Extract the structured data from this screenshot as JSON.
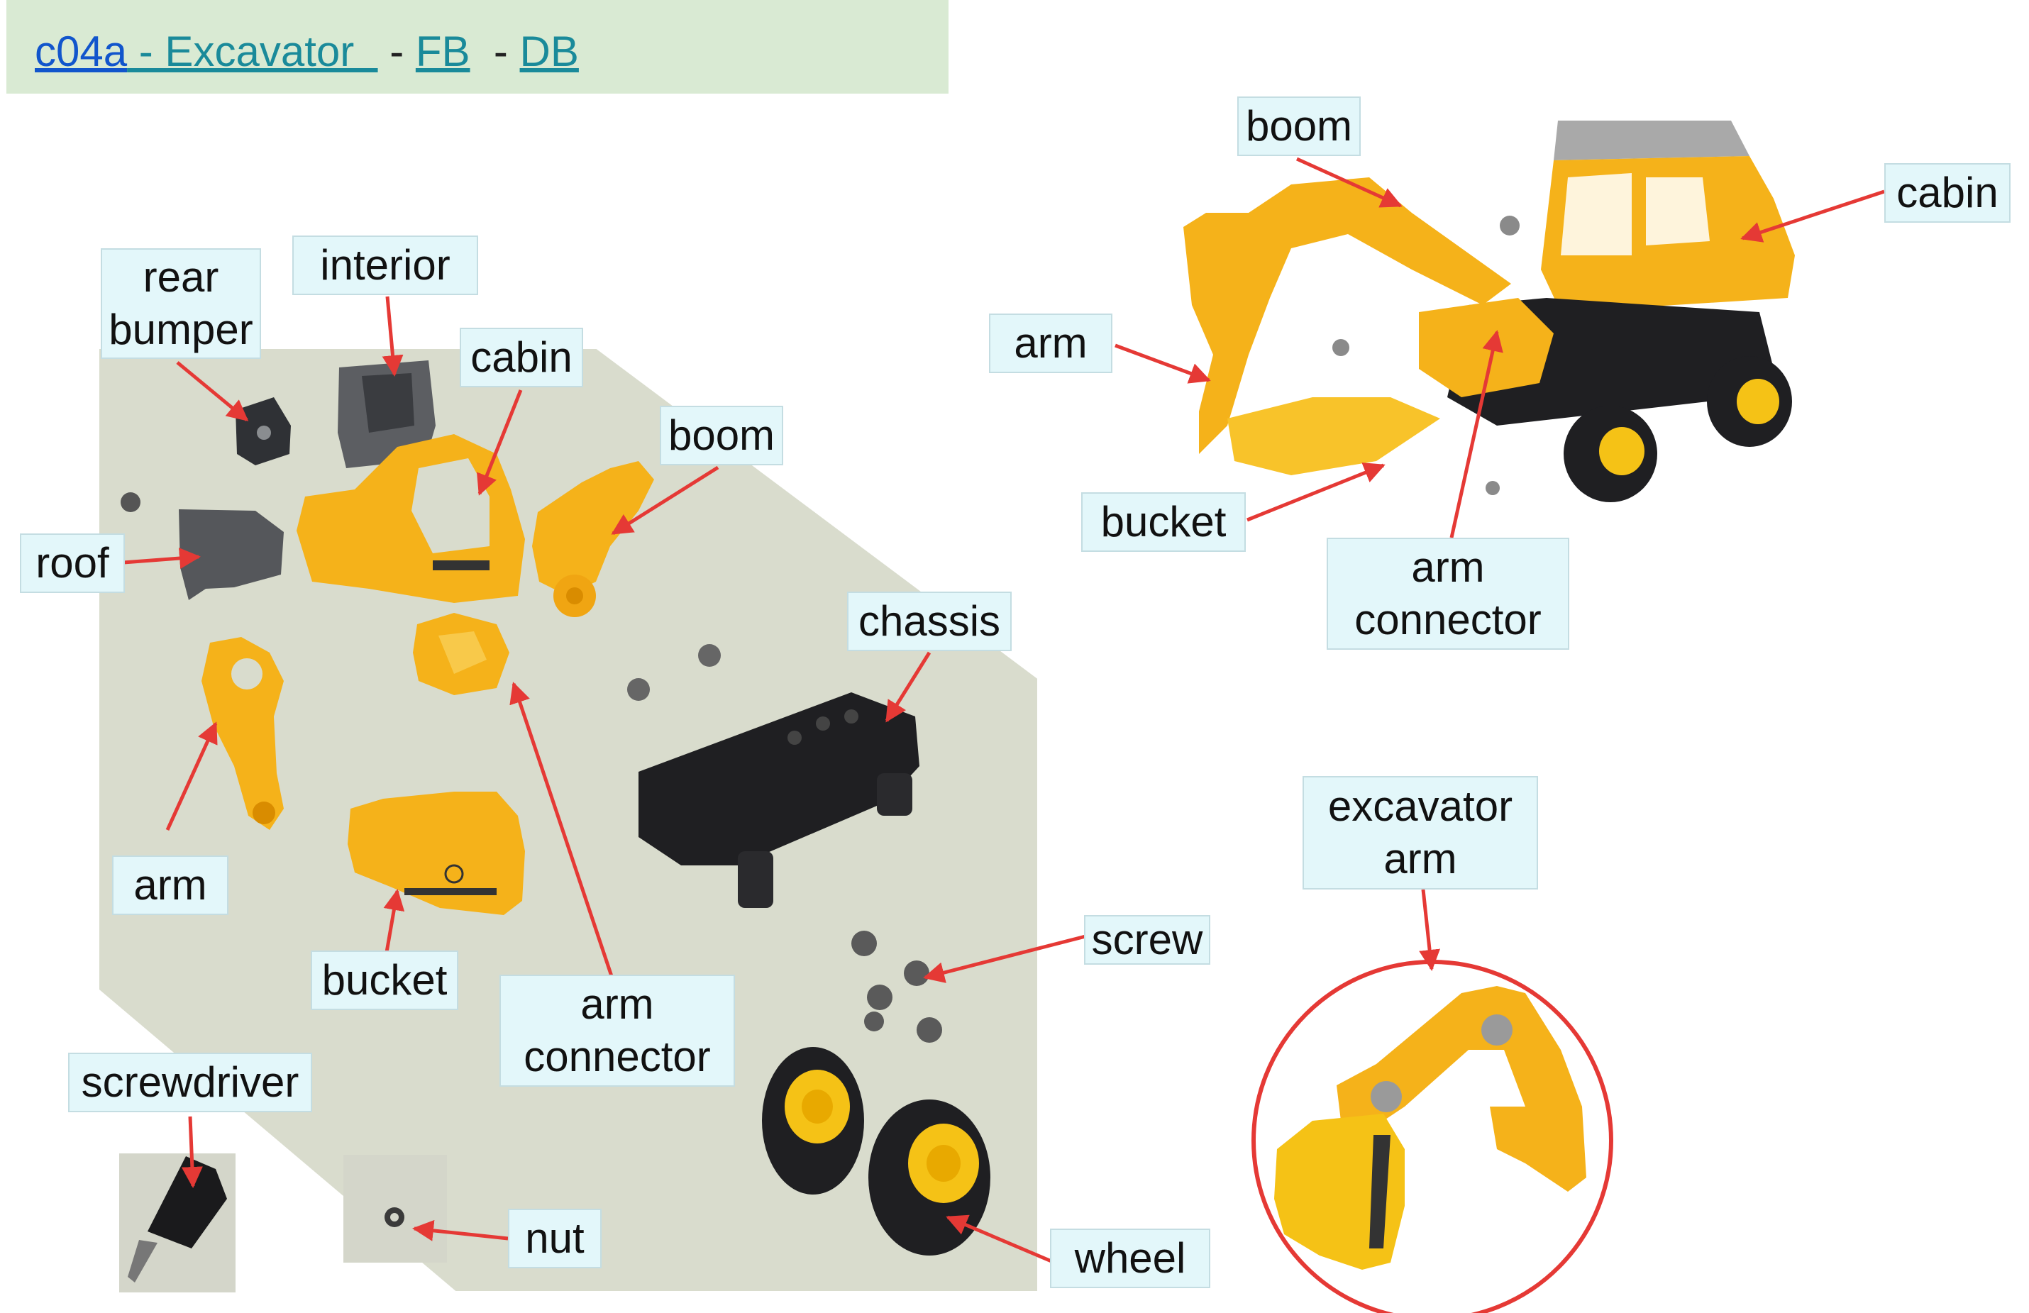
{
  "header": {
    "code_link": "c04a",
    "title_link": " - Excavator  ",
    "sep1": " - ",
    "fb_link": "FB",
    "sep2": "  - ",
    "db_link": "DB"
  },
  "colors": {
    "header_bg": "#d9ead3",
    "label_bg": "#e3f7fa",
    "arrow": "#e53935",
    "part_yellow": "#f5b21a",
    "part_black": "#232323",
    "part_gray": "#6e6e6e"
  },
  "left_labels": {
    "rear_bumper": "rear\nbumper",
    "interior": "interior",
    "cabin": "cabin",
    "boom": "boom",
    "roof": "roof",
    "chassis": "chassis",
    "arm": "arm",
    "bucket": "bucket",
    "arm_connector": "arm\nconnector",
    "screw": "screw",
    "screwdriver": "screwdriver",
    "nut": "nut",
    "wheel": "wheel"
  },
  "right_labels": {
    "boom": "boom",
    "cabin": "cabin",
    "arm": "arm",
    "bucket": "bucket",
    "arm_connector": "arm\nconnector",
    "excavator_arm": "excavator\narm"
  }
}
